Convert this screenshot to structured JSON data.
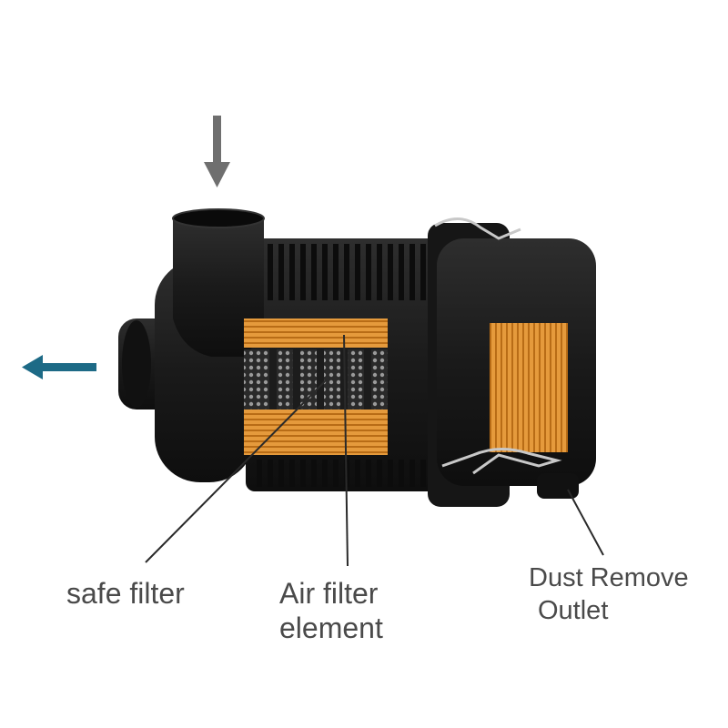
{
  "colors": {
    "label_text": "#4a4a4a",
    "inlet_arrow": "#6f6f6f",
    "outlet_arrow": "#1d6a86",
    "housing": "#1c1c1c",
    "housing_dark": "#0c0c0c",
    "filter_media": "#e59a3c",
    "filter_media_dark": "#b86c16",
    "safe_filter_mesh": "#9a9a9a",
    "clip": "#c8c8c8"
  },
  "labels": {
    "safe_filter": "safe filter",
    "air_filter_line1": "Air filter",
    "air_filter_line2": "element",
    "dust_line1": "Dust Remove",
    "dust_line2": "Outlet"
  }
}
